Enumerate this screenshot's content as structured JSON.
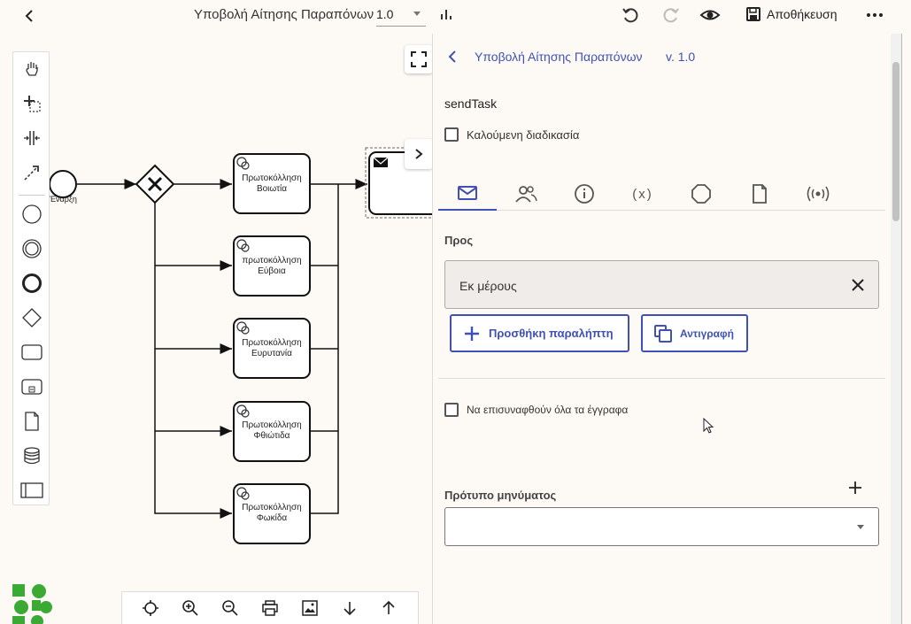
{
  "toolbar": {
    "title": "Υποβολή Αίτησης Παραπόνων",
    "version": "1.0",
    "save_label": "Αποθήκευση"
  },
  "diagram": {
    "start_label": "Έναρξη",
    "tasks": [
      {
        "line1": "Πρωτοκόλληση",
        "line2": "Βοιωτία"
      },
      {
        "line1": "πρωτοκόλληση",
        "line2": "Εύβοια"
      },
      {
        "line1": "Πρωτοκόλληση",
        "line2": "Ευρυτανία"
      },
      {
        "line1": "Πρωτοκόλληση",
        "line2": "Φθιώτιδα"
      },
      {
        "line1": "Πρωτοκόλληση",
        "line2": "Φωκίδα"
      }
    ]
  },
  "panel": {
    "title": "Υποβολή Αίτησης Παραπόνων",
    "version": "v. 1.0",
    "element_type": "sendTask",
    "called_process_label": "Καλούμενη διαδικασία",
    "to_label": "Προς",
    "to_value": "Εκ μέρους",
    "add_recipient_label": "Προσθήκη παραλήπτη",
    "copy_label": "Αντιγραφή",
    "attach_all_label": "Να επισυναφθούν όλα τα έγγραφα",
    "template_label": "Πρότυπο μηνύματος",
    "tabs": [
      "mail-icon",
      "users-icon",
      "info-icon",
      "(x)",
      "octagon-icon",
      "file-icon",
      "broadcast-icon"
    ]
  },
  "colors": {
    "accent": "#3f51b5",
    "background": "#fdf9f5",
    "logo_green": "#3aaa35"
  }
}
